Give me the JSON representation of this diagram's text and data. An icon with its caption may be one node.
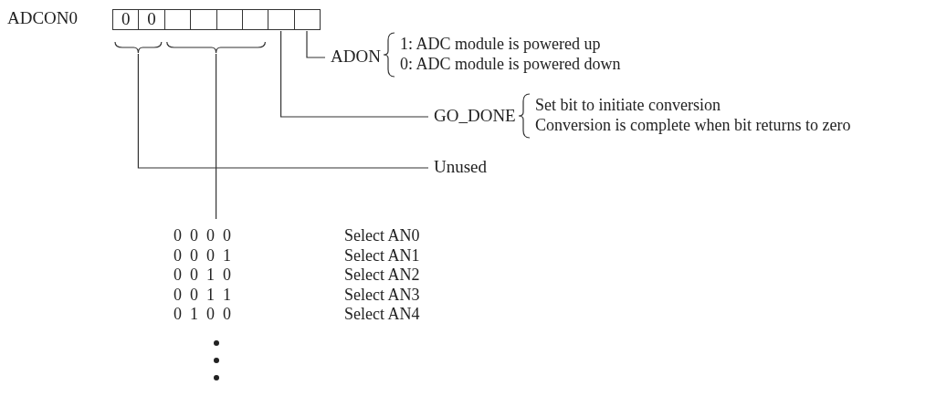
{
  "diagram": {
    "nodes": [
      {
        "text": [
          "ADCON0"
        ]
      },
      {
        "text": [
          "0"
        ],
        "in": 0
      },
      {
        "text": [
          "0"
        ],
        "in": 0
      },
      {
        "text": [],
        "shape": "box",
        "in": 0
      },
      {
        "text": [],
        "shape": "box",
        "in": 0
      },
      {
        "text": [],
        "shape": "box",
        "in": 0
      },
      {
        "text": [],
        "shape": "box",
        "in": 0
      },
      {
        "text": [],
        "shape": "box",
        "in": 0
      },
      {
        "text": [],
        "shape": "box",
        "in": 0
      },
      {
        "text": [
          "ADON"
        ],
        "beside": [
          "1: ADC module is powered up",
          "0: ADC module is powered down"
        ]
      },
      {
        "text": [
          "GO_DONE"
        ],
        "beside": [
          "Set bit to initiate conversion",
          "Conversion is complete when bit returns to zero"
        ]
      },
      {
        "text": [
          "Unused"
        ]
      }
    ],
    "edges": [
      {
        "from": 8,
        "to": 9,
        "arrow": "none"
      },
      {
        "from": 7,
        "to": 10,
        "arrow": "none"
      },
      {
        "from": 1,
        "to": 11,
        "arrow": "none"
      },
      {
        "from": 2,
        "to": 11,
        "arrow": "none"
      },
      {
        "from": 3,
        "to": null,
        "arrow": "none"
      },
      {
        "from": 4,
        "to": null,
        "arrow": "none"
      },
      {
        "from": 5,
        "to": null,
        "arrow": "none"
      },
      {
        "from": 6,
        "to": null,
        "arrow": "none"
      }
    ],
    "labels": [
      "0 0 0 0",
      "Select AN0",
      "0 0 0 1",
      "Select AN1",
      "0 0 1 0",
      "Select AN2",
      "0 0 1 1",
      "Select AN3",
      "0 1 0 0",
      "Select AN4"
    ]
  }
}
